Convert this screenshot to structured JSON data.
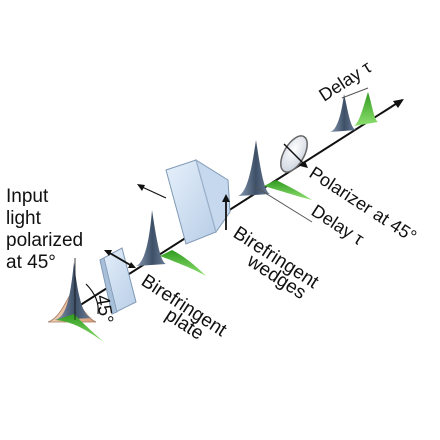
{
  "labels": {
    "input_line1": "Input",
    "input_line2": "light",
    "input_line3": "polarized",
    "input_line4": "at 45°",
    "angle": "45°",
    "plate_line1": "Birefringent",
    "plate_line2": "plate",
    "wedges_line1": "Birefringent",
    "wedges_line2": "wedges",
    "polarizer": "Polarizer at 45°",
    "delay_lower": "Delay τ",
    "delay_upper": "Delay τ"
  },
  "colors": {
    "beam": "#111111",
    "pulse_blue": "#4e6078",
    "pulse_green": "#5cc43e",
    "pulse_tan": "#e5b898",
    "glass": "#cfe0f2",
    "glass_edge": "#7f98b4"
  }
}
